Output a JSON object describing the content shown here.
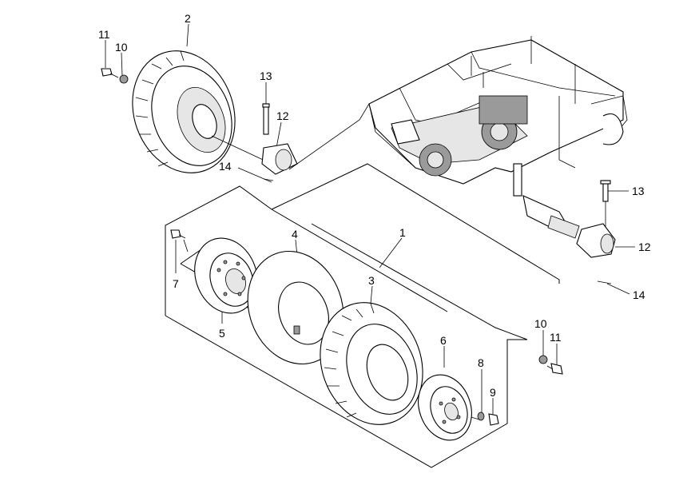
{
  "diagram": {
    "callouts": [
      {
        "id": "c1",
        "label": "1"
      },
      {
        "id": "c2",
        "label": "2"
      },
      {
        "id": "c3",
        "label": "3"
      },
      {
        "id": "c4",
        "label": "4"
      },
      {
        "id": "c5",
        "label": "5"
      },
      {
        "id": "c6",
        "label": "6"
      },
      {
        "id": "c7",
        "label": "7"
      },
      {
        "id": "c8",
        "label": "8"
      },
      {
        "id": "c9",
        "label": "9"
      },
      {
        "id": "c10a",
        "label": "10"
      },
      {
        "id": "c10b",
        "label": "10"
      },
      {
        "id": "c11a",
        "label": "11"
      },
      {
        "id": "c11b",
        "label": "11"
      },
      {
        "id": "c12a",
        "label": "12"
      },
      {
        "id": "c12b",
        "label": "12"
      },
      {
        "id": "c13a",
        "label": "13"
      },
      {
        "id": "c13b",
        "label": "13"
      },
      {
        "id": "c14a",
        "label": "14"
      },
      {
        "id": "c14b",
        "label": "14"
      }
    ]
  }
}
